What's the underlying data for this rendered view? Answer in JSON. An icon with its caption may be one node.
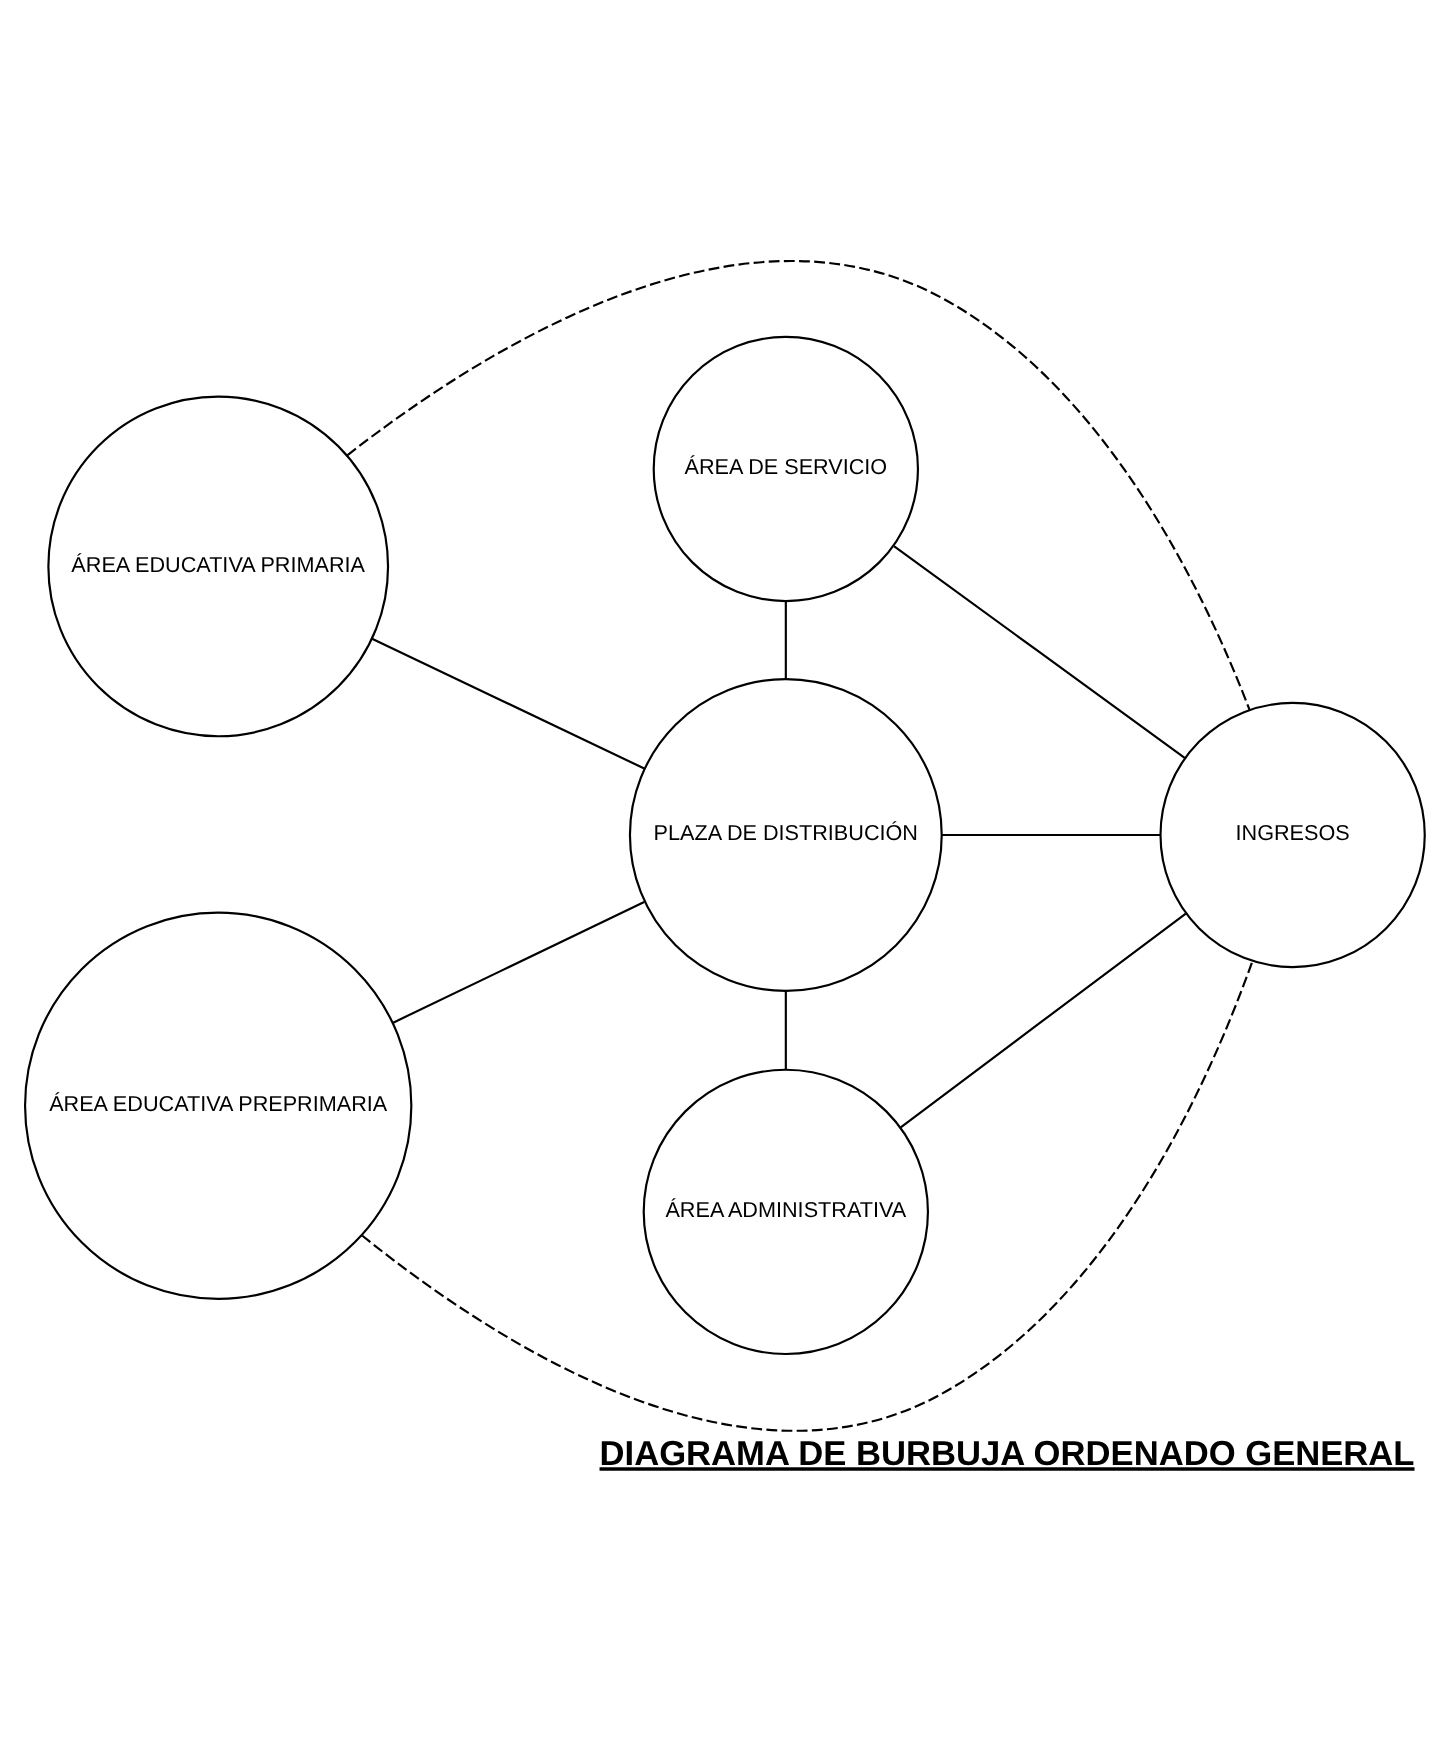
{
  "diagram": {
    "title": "DIAGRAMA DE BURBUJA ORDENADO GENERAL",
    "nodes": [
      {
        "text": [
          "ÁREA EDUCATIVA PRIMARIA"
        ]
      },
      {
        "text": [
          "ÁREA DE SERVICIO"
        ]
      },
      {
        "text": [
          "PLAZA DE DISTRIBUCIÓN"
        ]
      },
      {
        "text": [
          "INGRESOS"
        ]
      },
      {
        "text": [
          "ÁREA ADMINISTRATIVA"
        ]
      },
      {
        "text": [
          "ÁREA EDUCATIVA PREPRIMARIA"
        ]
      }
    ],
    "edges": [
      {
        "from": 0,
        "to": 2,
        "arrow": "none"
      },
      {
        "from": 0,
        "to": 3,
        "arrow": "none",
        "style": "dashed"
      },
      {
        "from": 1,
        "to": 2,
        "arrow": "none"
      },
      {
        "from": 1,
        "to": 3,
        "arrow": "none"
      },
      {
        "from": 2,
        "to": 3,
        "arrow": "none"
      },
      {
        "from": 2,
        "to": 4,
        "arrow": "none"
      },
      {
        "from": 4,
        "to": 3,
        "arrow": "none"
      },
      {
        "from": 5,
        "to": 2,
        "arrow": "none"
      },
      {
        "from": 5,
        "to": 3,
        "arrow": "none",
        "style": "dashed"
      }
    ]
  }
}
